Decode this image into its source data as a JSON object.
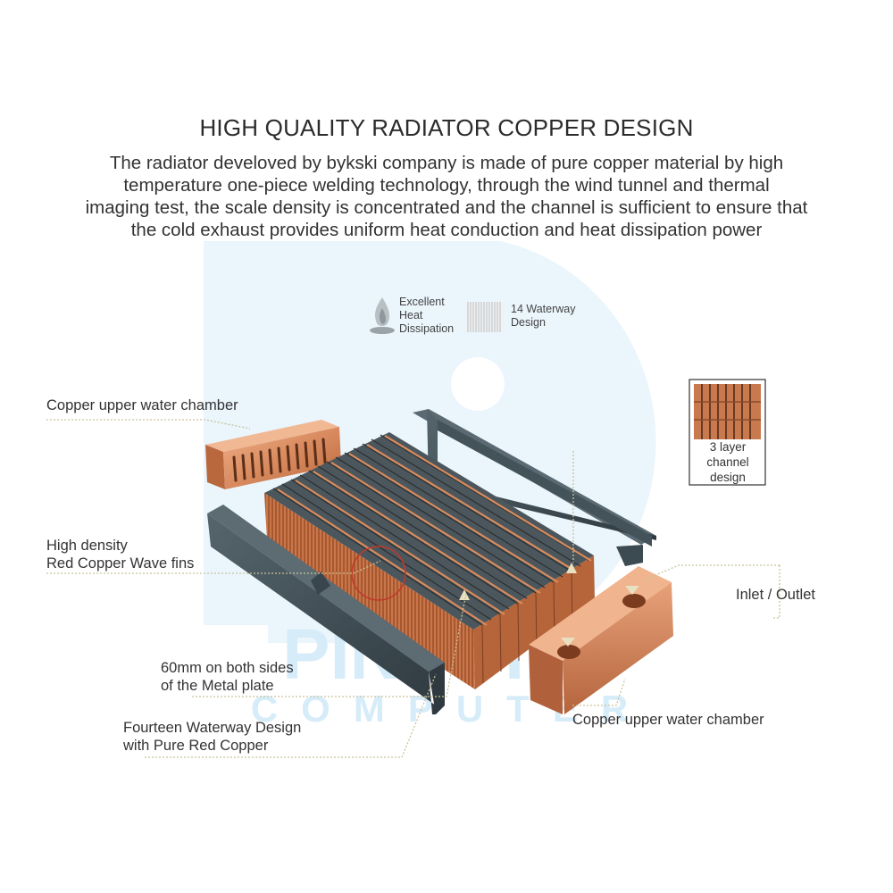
{
  "header": {
    "title": "HIGH QUALITY RADIATOR COPPER DESIGN",
    "lines": [
      "The radiator develoved by bykski company is made of pure copper material by high",
      "temperature one-piece welding technology, through the wind tunnel and thermal",
      "imaging test, the scale density is concentrated and the channel is sufficient to ensure that",
      "the cold exhaust provides uniform heat conduction and heat dissipation power"
    ]
  },
  "features": {
    "heat": [
      "Excellent",
      "Heat",
      "Dissipation"
    ],
    "waterway": [
      "14 Waterway",
      "Design"
    ]
  },
  "inset": {
    "lines": [
      "3 layer",
      "channel",
      "design"
    ]
  },
  "labels": {
    "upper_chamber_left": "Copper upper water chamber",
    "fins": [
      "High density",
      "Red Copper Wave fins"
    ],
    "metal_plate": [
      "60mm on both sides",
      "of the Metal plate"
    ],
    "fourteen": [
      "Fourteen Waterway Design",
      "with Pure Red Copper"
    ],
    "inlet": "Inlet / Outlet",
    "upper_chamber_right": "Copper upper water chamber"
  },
  "watermark": {
    "line1": "PINPOINT",
    "line2": "COMPUTER"
  },
  "colors": {
    "copper": "#d98a5e",
    "copper_dark": "#a85a34",
    "steel": "#3f4d55",
    "watermark": "#cfe8f7",
    "leader": "#c9c39a",
    "highlight": "#c0392b"
  }
}
